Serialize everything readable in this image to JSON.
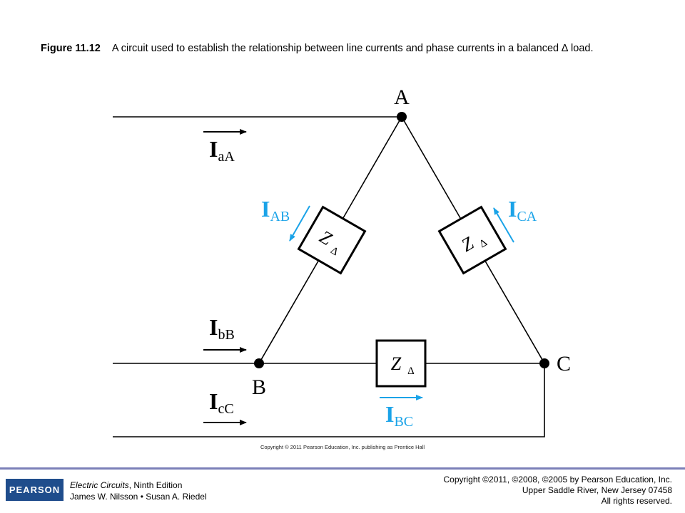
{
  "caption": {
    "figure_label": "Figure 11.12",
    "text": "A circuit used to establish the relationship between line currents and phase currents in a balanced ∆ load."
  },
  "diagram": {
    "nodes": {
      "a": "A",
      "b": "B",
      "c": "C"
    },
    "impedance": {
      "main": "Z",
      "sub": "Δ"
    },
    "line_currents": {
      "aA": {
        "main": "I",
        "sub": "aA"
      },
      "bB": {
        "main": "I",
        "sub": "bB"
      },
      "cC": {
        "main": "I",
        "sub": "cC"
      }
    },
    "phase_currents": {
      "AB": {
        "main": "I",
        "sub": "AB"
      },
      "CA": {
        "main": "I",
        "sub": "CA"
      },
      "BC": {
        "main": "I",
        "sub": "BC"
      }
    },
    "colors": {
      "wire": "#000000",
      "phase_current": "#1aa3e8",
      "footer_line": "#7b7fb8",
      "logo_bg": "#1f4d8c"
    }
  },
  "figure_copyright": "Copyright © 2011 Pearson Education, Inc. publishing as Prentice Hall",
  "footer": {
    "logo": "PEARSON",
    "book_title": "Electric Circuits",
    "edition": ", Ninth Edition",
    "authors": "James W. Nilsson • Susan A. Riedel",
    "copyright": "Copyright ©2011, ©2008, ©2005 by Pearson Education, Inc.",
    "address": "Upper Saddle River, New Jersey 07458",
    "rights": "All rights reserved."
  }
}
